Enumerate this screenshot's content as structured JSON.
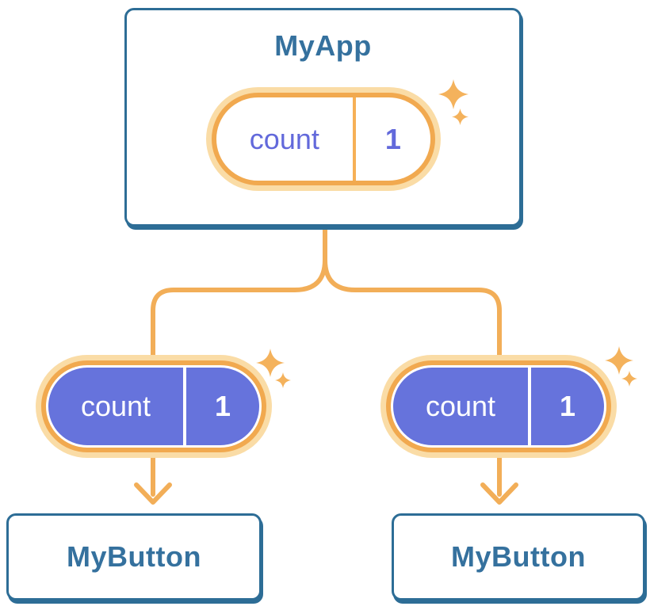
{
  "diagram": {
    "root": {
      "title": "MyApp",
      "state_pill": {
        "label": "count",
        "value": "1"
      }
    },
    "children": [
      {
        "title": "MyButton",
        "state_pill": {
          "label": "count",
          "value": "1"
        }
      },
      {
        "title": "MyButton",
        "state_pill": {
          "label": "count",
          "value": "1"
        }
      }
    ],
    "icons": {
      "sparkle": "four-point-star"
    },
    "colors": {
      "card_border": "#2D6D96",
      "title_text": "#35719E",
      "ring_orange": "#F1A94F",
      "ring_light": "#FADCA6",
      "connector": "#F2AE58",
      "divider_orange": "#F6B056",
      "sparkle": "#F4B25C",
      "purple_fill": "#6673DC",
      "purple_text": "#6269DB"
    }
  }
}
